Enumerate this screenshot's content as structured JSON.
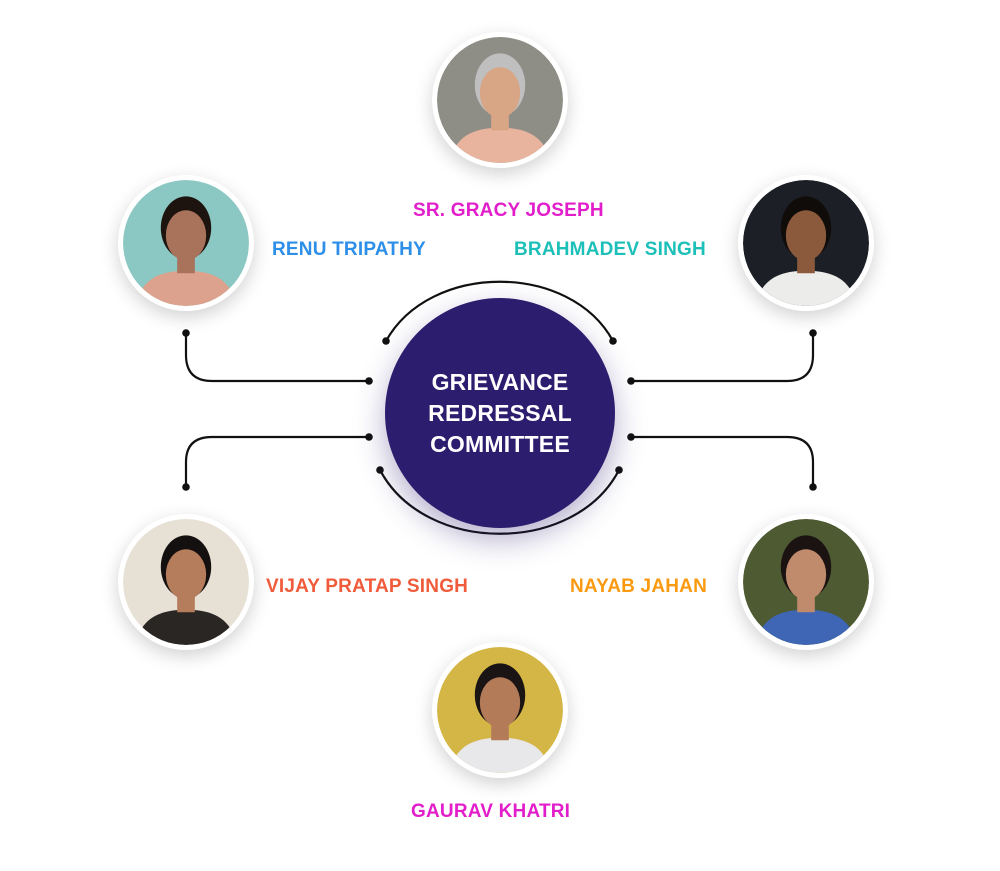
{
  "hub": {
    "title_lines": [
      "GRIEVANCE",
      "REDRESSAL",
      "COMMITTEE"
    ],
    "color": "#2d1d6f"
  },
  "members": [
    {
      "name": "SR. GRACY JOSEPH",
      "color": "#e21ecb",
      "photo_bg": "#8e8e86",
      "skin": "#d8a585",
      "hair": "#bfbfbf",
      "clothing": "#e8b49e"
    },
    {
      "name": "RENU TRIPATHY",
      "color": "#2d8fe8",
      "photo_bg": "#8cc8c3",
      "skin": "#a8735a",
      "hair": "#1e140f",
      "clothing": "#dca28e"
    },
    {
      "name": "BRAHMADEV SINGH",
      "color": "#1cc0b8",
      "photo_bg": "#1c1f26",
      "skin": "#8b5a3c",
      "hair": "#100c0a",
      "clothing": "#ececea"
    },
    {
      "name": "VIJAY PRATAP SINGH",
      "color": "#f05b3b",
      "photo_bg": "#e7e1d5",
      "skin": "#b57d5c",
      "hair": "#151010",
      "clothing": "#2a2624"
    },
    {
      "name": "NAYAB JAHAN",
      "color": "#f99a11",
      "photo_bg": "#4d5a32",
      "skin": "#c08a6c",
      "hair": "#1a1312",
      "clothing": "#3e66b4"
    },
    {
      "name": "GAURAV KHATRI",
      "color": "#e21ecb",
      "photo_bg": "#d4b646",
      "skin": "#b47b59",
      "hair": "#1b1414",
      "clothing": "#e8e8ea"
    }
  ]
}
